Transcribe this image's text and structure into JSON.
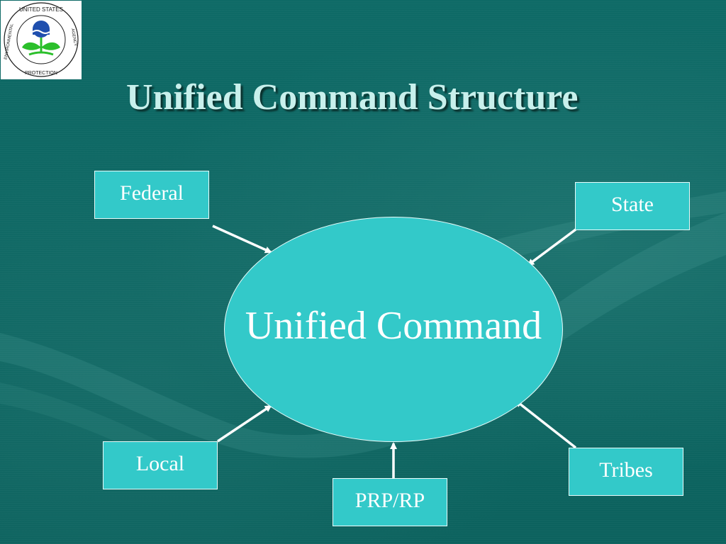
{
  "title": "Unified Command Structure",
  "logo": {
    "text_top": "UNITED STATES",
    "text_left": "ENVIRONMENTAL",
    "text_bottom": "PROTECTION",
    "text_right": "AGENCY"
  },
  "hub": {
    "label": "Unified Command"
  },
  "nodes": {
    "federal": "Federal",
    "state": "State",
    "local": "Local",
    "prp": "PRP/RP",
    "tribes": "Tribes"
  },
  "colors": {
    "background": "#0f6a65",
    "shape_fill": "#33c9c9",
    "title": "#c8f0ec",
    "arrow": "#ffffff"
  }
}
